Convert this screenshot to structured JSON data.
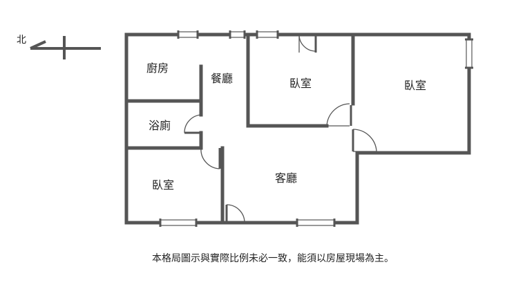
{
  "compass": {
    "label": "北",
    "icon": "north-arrow-icon"
  },
  "rooms": {
    "kitchen": "廚房",
    "dining": "餐廳",
    "bathroom": "浴廁",
    "bedroom_top_middle": "臥室",
    "bedroom_right": "臥室",
    "bedroom_bottom_left": "臥室",
    "living": "客廳"
  },
  "note": "本格局圖示與實際比例未必一致，能須以房屋現場為主。",
  "colors": {
    "wall": "#555555",
    "door": "#555555",
    "text": "#222222",
    "background": "#ffffff"
  }
}
